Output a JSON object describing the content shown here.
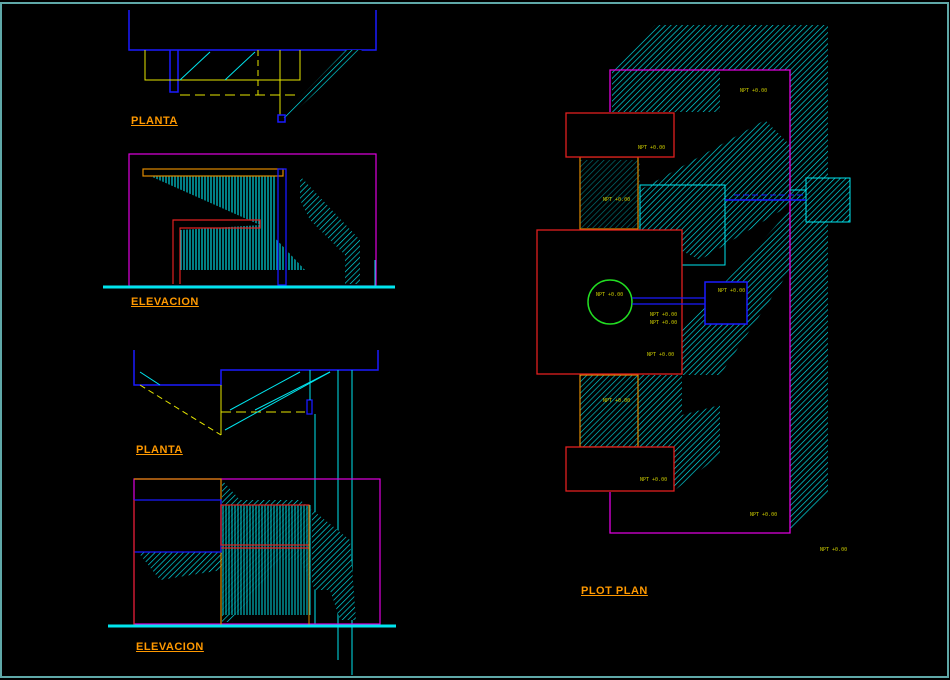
{
  "labels": {
    "planta_top": "PLANTA",
    "elevacion_top": "ELEVACION",
    "planta_bottom": "PLANTA",
    "elevacion_bottom": "ELEVACION",
    "plot_plan": "PLOT PLAN"
  },
  "level_tags": {
    "t1": "NPT +0.00",
    "t2": "NPT +0.00",
    "t3": "NPT +0.00",
    "t4": "NPT +0.00",
    "t5": "NPT +0.00",
    "t6": "NPT +0.00",
    "t7": "NPT +0.00",
    "t8": "NPT +0.00",
    "t9": "NPT +0.00",
    "t10": "NPT +0.00",
    "t11": "NPT +0.00",
    "t12": "NPT +0.00"
  },
  "colors": {
    "background": "#000000",
    "hatch": "#00e5ee",
    "outline_blue": "#1a1aff",
    "outline_magenta": "#e000e0",
    "outline_red": "#e02020",
    "outline_orange": "#e08a00",
    "outline_yellow": "#e6e600",
    "outline_green": "#22dd22",
    "label": "#ff9900",
    "frame": "#5fa8a8"
  }
}
